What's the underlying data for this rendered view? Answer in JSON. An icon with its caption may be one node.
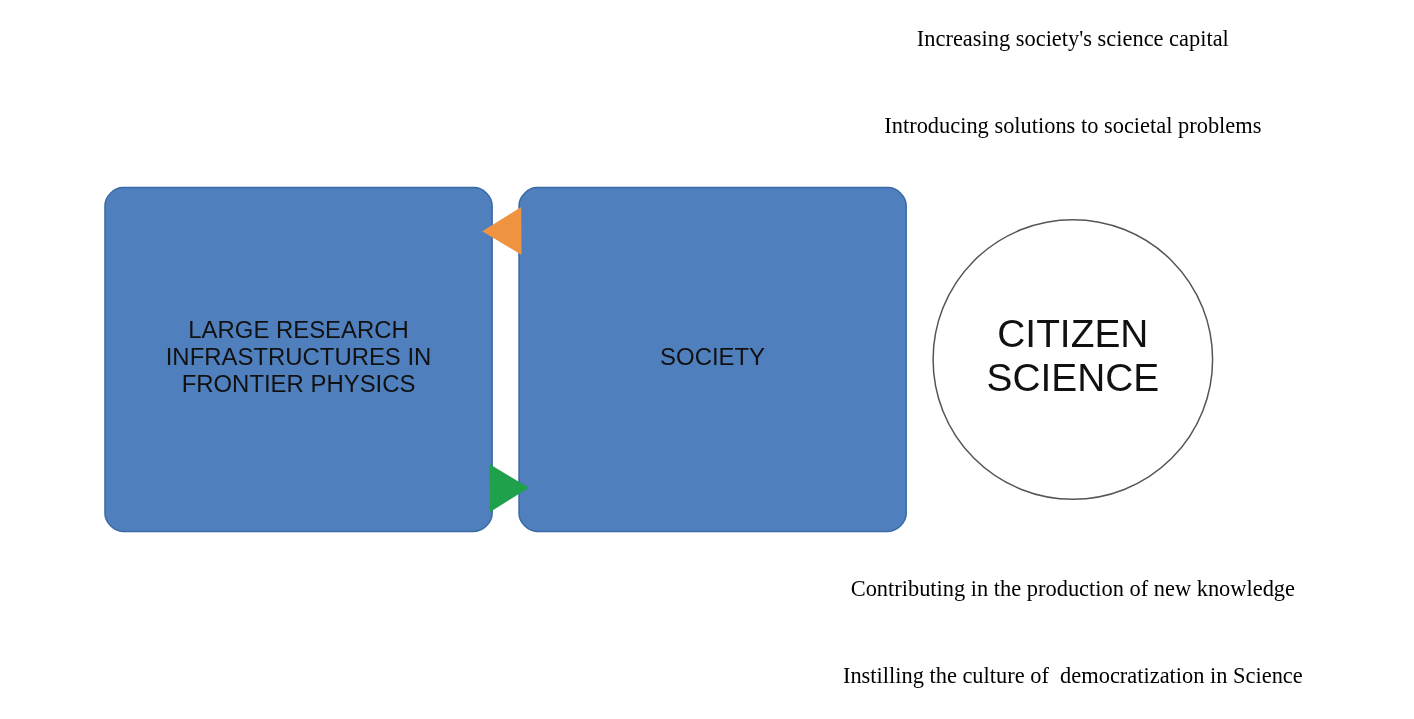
{
  "diagram": {
    "nodes": [
      {
        "text": [
          "LARGE RESEARCH INFRASTRUCTURES IN FRONTIER PHYSICS"
        ]
      },
      {
        "text": [
          "CITIZEN SCIENCE"
        ]
      },
      {
        "text": [
          "SOCIETY"
        ]
      }
    ],
    "edges": [
      {
        "from": 0,
        "to": 2,
        "arrow": "to",
        "style": "thick",
        "color": "#1ea14a"
      },
      {
        "from": 2,
        "to": 0,
        "arrow": "to",
        "style": "thick",
        "color": "#ee9440"
      }
    ],
    "labels": [
      "Increasing society's science capital",
      "Introducing solutions to societal problems",
      "Contributing in the production of new knowledge",
      "Instilling the culture of  democratization in Science"
    ]
  }
}
